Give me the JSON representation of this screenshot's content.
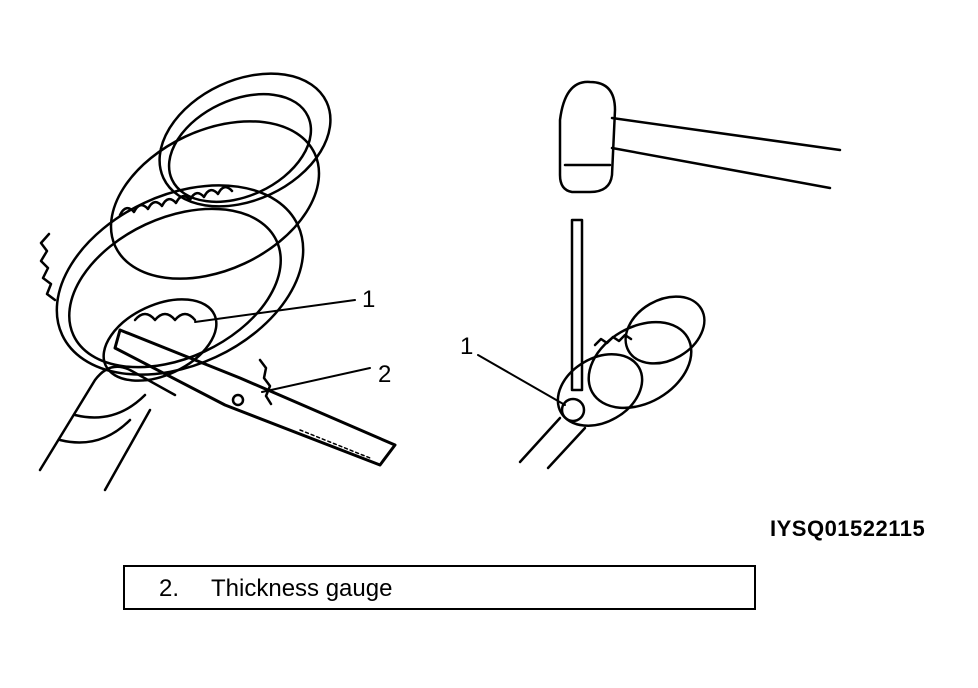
{
  "callouts": {
    "left_1": "1",
    "left_2": "2",
    "right_1": "1"
  },
  "figure_code": "IYSQ01522115",
  "legend": {
    "number": "2.",
    "text": "Thickness gauge"
  }
}
